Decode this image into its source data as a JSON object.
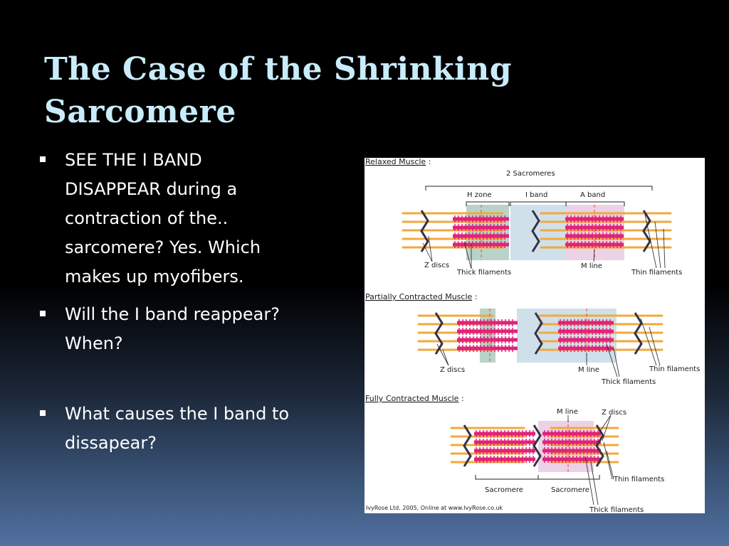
{
  "slide": {
    "title_line1": "The Case of the Shrinking",
    "title_line2": "Sarcomere",
    "bullets": [
      [
        "SEE THE I BAND",
        "DISAPPEAR during a",
        "contraction of the..",
        "sarcomere? Yes. Which",
        "makes up myofibers."
      ],
      [
        "Will the I band  reappear?",
        "When?"
      ],
      [
        " What causes the I band to",
        "dissapear?"
      ]
    ]
  },
  "diagram": {
    "relaxed_heading": "Relaxed Muscle",
    "partial_heading": "Partially Contracted Muscle",
    "full_heading": "Fully Contracted Muscle",
    "colon": ":",
    "two_sarcomeres": "2 Sacromeres",
    "h_zone": "H zone",
    "i_band": "I band",
    "a_band": "A band",
    "z_discs": "Z discs",
    "z_discs_alt": "Z discs",
    "thick_filaments": "Thick filaments",
    "m_line": "M line",
    "thin_filaments": "Thin filaments",
    "sarcomere": "Sacromere",
    "credit": "IvyRose Ltd. 2005, Online at www.IvyRose.co.uk",
    "colors": {
      "thin_filament": "#f2a93b",
      "thick_filament": "#e0237a",
      "z_disc": "#333344",
      "h_zone_fill": "#b9d3c9",
      "i_band_fill": "#cfe0ea",
      "a_band_fill": "#ecd2e6",
      "m_line": "#e94a3a"
    }
  }
}
